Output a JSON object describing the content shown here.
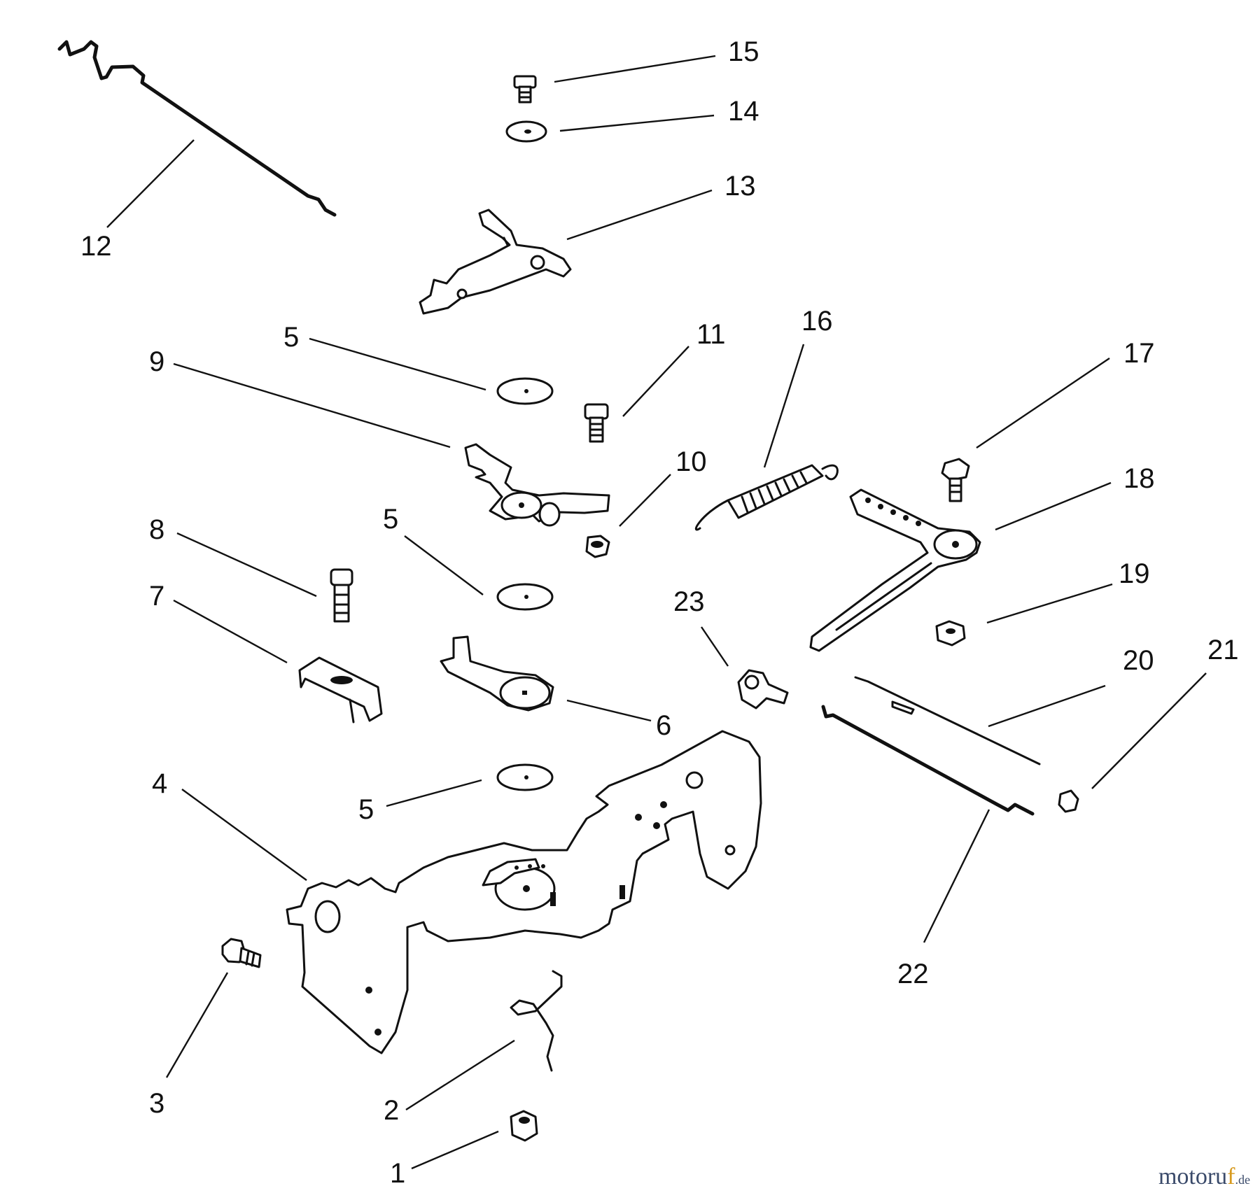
{
  "callouts": [
    "1",
    "2",
    "3",
    "4",
    "5",
    "6",
    "7",
    "8",
    "9",
    "10",
    "11",
    "12",
    "13",
    "14",
    "15",
    "16",
    "17",
    "18",
    "19",
    "20",
    "21",
    "22",
    "23"
  ],
  "callout_repeat": {
    "five": "5"
  },
  "watermark": {
    "text_main": "motoru",
    "text_accent": "f",
    "text_suffix": ".de"
  }
}
